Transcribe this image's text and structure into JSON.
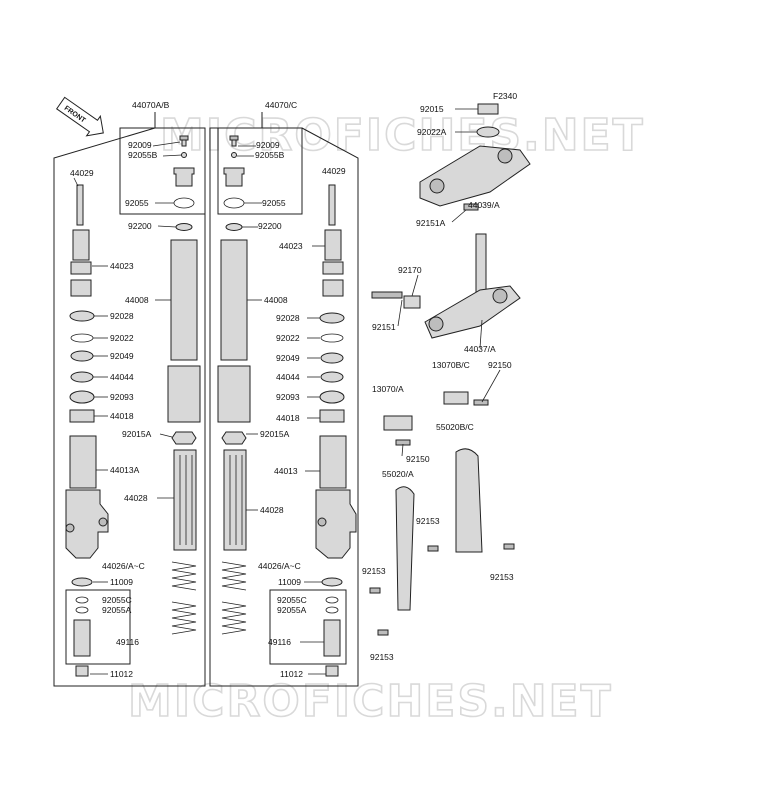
{
  "diagram_code": "F2340",
  "front_label": "FRONT",
  "watermark": "MICROFICHES.NET",
  "labels": {
    "l44070ab": "44070A/B",
    "l44070c": "44070/C",
    "l44029L": "44029",
    "l44029R": "44029",
    "l92009L": "92009",
    "l92009R": "92009",
    "l92055bL": "92055B",
    "l92055bR": "92055B",
    "l92055L": "92055",
    "l92055R": "92055",
    "l92200L": "92200",
    "l92200R": "92200",
    "l44023L": "44023",
    "l44023R": "44023",
    "l44008L": "44008",
    "l44008R": "44008",
    "l92028L": "92028",
    "l92028R": "92028",
    "l92022L": "92022",
    "l92022R": "92022",
    "l92049L": "92049",
    "l92049R": "92049",
    "l44044L": "44044",
    "l44044R": "44044",
    "l92093L": "92093",
    "l92093R": "92093",
    "l44018L": "44018",
    "l44018R": "44018",
    "l92015aL": "92015A",
    "l92015aR": "92015A",
    "l44013a": "44013A",
    "l44013": "44013",
    "l44028L": "44028",
    "l44028R": "44028",
    "l44026L": "44026/A~C",
    "l44026R": "44026/A~C",
    "l11009L": "11009",
    "l11009R": "11009",
    "l92055cL": "92055C",
    "l92055cR": "92055C",
    "l92055aL": "92055A",
    "l92055aR": "92055A",
    "l49116L": "49116",
    "l49116R": "49116",
    "l11012L": "11012",
    "l11012R": "11012",
    "l92015": "92015",
    "l92022a": "92022A",
    "l44039": "44039/A",
    "l92151a": "92151A",
    "l92170": "92170",
    "l92151": "92151",
    "l44037": "44037/A",
    "l13070bc": "13070B/C",
    "l92150a": "92150",
    "l92150b": "92150",
    "l13070a": "13070/A",
    "l55020bc": "55020B/C",
    "l55020a": "55020/A",
    "l92153a": "92153",
    "l92153b": "92153",
    "l92153c": "92153",
    "l92153d": "92153"
  }
}
